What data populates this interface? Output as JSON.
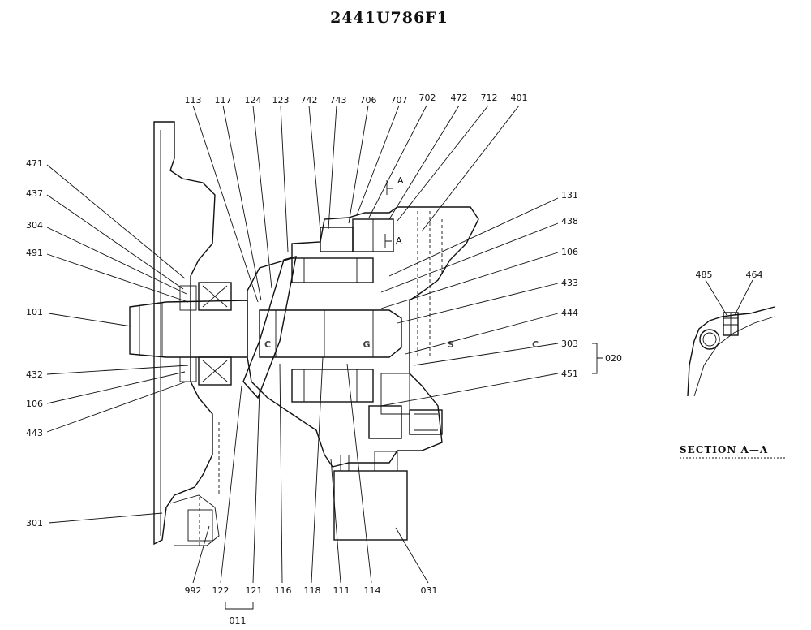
{
  "title": "2441U786F1",
  "section_label": "SECTION  A—A",
  "section_marker": "A",
  "watermark": {
    "letters": [
      "C",
      "G",
      "S",
      "C"
    ],
    "colors": [
      "#4a90e2",
      "#f25c54",
      "#f6c744",
      "#3aa776"
    ]
  },
  "callouts": {
    "top": [
      "113",
      "117",
      "124",
      "123",
      "742",
      "743",
      "706",
      "707",
      "702",
      "472",
      "712",
      "401"
    ],
    "left": [
      "471",
      "437",
      "304",
      "491",
      "101",
      "432",
      "106",
      "443",
      "301"
    ],
    "right": [
      "131",
      "438",
      "106",
      "433",
      "444",
      "303",
      "451"
    ],
    "bottom": [
      "992",
      "122",
      "121",
      "116",
      "118",
      "111",
      "114",
      "031"
    ],
    "group_bottom": "011",
    "group_right": "020",
    "section": [
      "485",
      "464"
    ]
  }
}
